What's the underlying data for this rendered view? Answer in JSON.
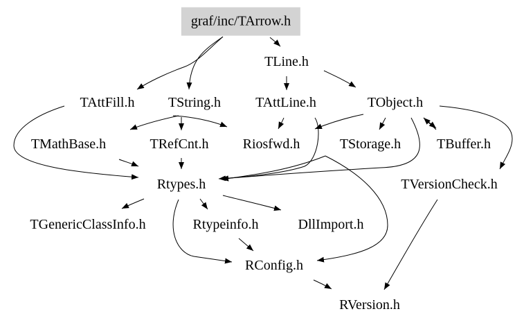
{
  "diagram": {
    "type": "include-dependency-graph",
    "root": "graf/inc/TArrow.h",
    "nodes": [
      {
        "id": "tarrow",
        "label": "graf/inc/TArrow.h",
        "root": true
      },
      {
        "id": "tline",
        "label": "TLine.h"
      },
      {
        "id": "tattfill",
        "label": "TAttFill.h"
      },
      {
        "id": "tstring",
        "label": "TString.h"
      },
      {
        "id": "tattline",
        "label": "TAttLine.h"
      },
      {
        "id": "tobject",
        "label": "TObject.h"
      },
      {
        "id": "tmathbase",
        "label": "TMathBase.h"
      },
      {
        "id": "trefcnt",
        "label": "TRefCnt.h"
      },
      {
        "id": "riosfwd",
        "label": "Riosfwd.h"
      },
      {
        "id": "tstorage",
        "label": "TStorage.h"
      },
      {
        "id": "tbuffer",
        "label": "TBuffer.h"
      },
      {
        "id": "rtypes",
        "label": "Rtypes.h"
      },
      {
        "id": "tversioncheck",
        "label": "TVersionCheck.h"
      },
      {
        "id": "tgenericclassinfo",
        "label": "TGenericClassInfo.h"
      },
      {
        "id": "rtypeinfo",
        "label": "Rtypeinfo.h"
      },
      {
        "id": "dllimport",
        "label": "DllImport.h"
      },
      {
        "id": "rconfig",
        "label": "RConfig.h"
      },
      {
        "id": "rversion",
        "label": "RVersion.h"
      }
    ],
    "edges": [
      {
        "from": "tarrow",
        "to": "tline"
      },
      {
        "from": "tarrow",
        "to": "tattfill"
      },
      {
        "from": "tarrow",
        "to": "tstring"
      },
      {
        "from": "tline",
        "to": "tattline"
      },
      {
        "from": "tline",
        "to": "tobject"
      },
      {
        "from": "tattfill",
        "to": "rtypes"
      },
      {
        "from": "tstring",
        "to": "tmathbase"
      },
      {
        "from": "tstring",
        "to": "trefcnt"
      },
      {
        "from": "tstring",
        "to": "riosfwd"
      },
      {
        "from": "tattline",
        "to": "riosfwd"
      },
      {
        "from": "tattline",
        "to": "rtypes"
      },
      {
        "from": "tobject",
        "to": "riosfwd"
      },
      {
        "from": "tobject",
        "to": "tstorage"
      },
      {
        "from": "tobject",
        "to": "tbuffer"
      },
      {
        "from": "tobject",
        "to": "rtypes"
      },
      {
        "from": "tobject",
        "to": "tversioncheck"
      },
      {
        "from": "tmathbase",
        "to": "rtypes"
      },
      {
        "from": "trefcnt",
        "to": "rtypes"
      },
      {
        "from": "tstorage",
        "to": "rtypes"
      },
      {
        "from": "tbuffer",
        "to": "tobject"
      },
      {
        "from": "rtypes",
        "to": "tgenericclassinfo"
      },
      {
        "from": "rtypes",
        "to": "rtypeinfo"
      },
      {
        "from": "rtypes",
        "to": "dllimport"
      },
      {
        "from": "rtypes",
        "to": "rconfig"
      },
      {
        "from": "riosfwd",
        "to": "rconfig"
      },
      {
        "from": "rtypeinfo",
        "to": "rconfig"
      },
      {
        "from": "rconfig",
        "to": "rversion"
      },
      {
        "from": "tversioncheck",
        "to": "rversion"
      }
    ]
  },
  "colors": {
    "root_fill": "#d3d3d3",
    "edge": "#000000",
    "text": "#000000",
    "background": "#ffffff"
  }
}
